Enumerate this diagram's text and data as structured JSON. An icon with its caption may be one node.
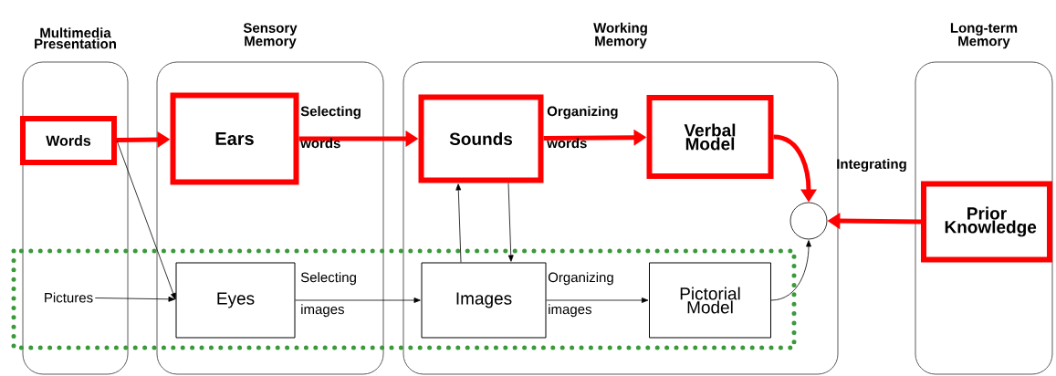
{
  "diagram": {
    "nodes": [
      {
        "text": [
          "Multimedia Presentation"
        ]
      },
      {
        "text": [
          "Sensory Memory"
        ]
      },
      {
        "text": [
          "Working Memory"
        ]
      },
      {
        "text": [
          "Long-term Memory"
        ]
      },
      {
        "text": [
          "Words"
        ],
        "in": 0
      },
      {
        "text": [
          "Pictures"
        ],
        "in": 0
      },
      {
        "text": [
          "Ears"
        ],
        "in": 1
      },
      {
        "text": [
          "Eyes"
        ],
        "in": 1
      },
      {
        "text": [
          "Sounds"
        ],
        "in": 2
      },
      {
        "text": [
          "Images"
        ],
        "in": 2
      },
      {
        "text": [
          "Verbal Model"
        ],
        "in": 2
      },
      {
        "text": [
          "Pictorial Model"
        ],
        "in": 2
      },
      {
        "text": [],
        "shape": "circle",
        "in": 2,
        "beside": [
          "Integrating"
        ]
      },
      {
        "text": [
          "Prior Knowledge"
        ],
        "in": 3
      }
    ],
    "edges": [
      {
        "from": 4,
        "to": 6,
        "arrow": "to",
        "style": "thick",
        "color": "#ff0000"
      },
      {
        "from": 6,
        "to": 8,
        "arrow": "to",
        "style": "thick",
        "color": "#ff0000",
        "label": "Selecting words"
      },
      {
        "from": 8,
        "to": 10,
        "arrow": "to",
        "style": "thick",
        "color": "#ff0000",
        "label": "Organizing words"
      },
      {
        "from": 10,
        "to": 12,
        "arrow": "to",
        "style": "thick",
        "color": "#ff0000"
      },
      {
        "from": 13,
        "to": 12,
        "arrow": "to",
        "style": "thick",
        "color": "#ff0000"
      },
      {
        "from": 4,
        "to": 7,
        "arrow": "to"
      },
      {
        "from": 5,
        "to": 7,
        "arrow": "to"
      },
      {
        "from": 7,
        "to": 9,
        "arrow": "to",
        "label": "Selecting images"
      },
      {
        "from": 9,
        "to": 8,
        "arrow": "to"
      },
      {
        "from": 8,
        "to": 9,
        "arrow": "to"
      },
      {
        "from": 9,
        "to": 11,
        "arrow": "to",
        "label": "Organizing images"
      },
      {
        "from": 11,
        "to": 12,
        "arrow": "to"
      }
    ]
  }
}
